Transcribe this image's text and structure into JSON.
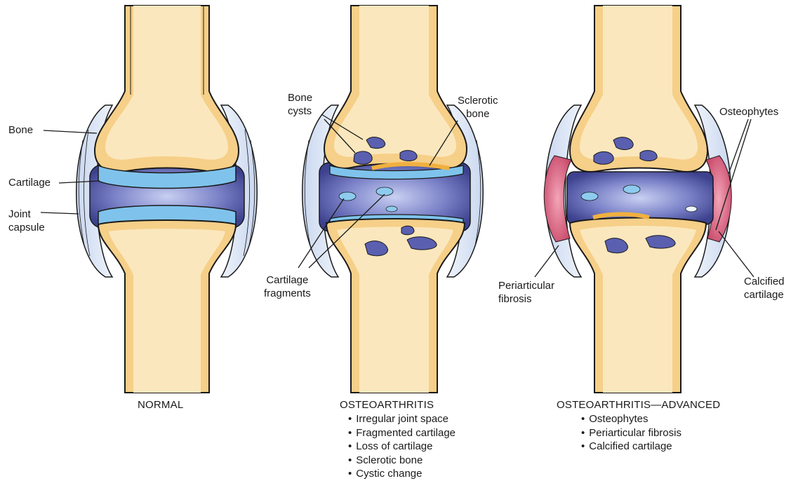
{
  "panels": [
    {
      "title": "NORMAL",
      "labels": {
        "bone": "Bone",
        "cartilage": "Cartilage",
        "joint_capsule_1": "Joint",
        "joint_capsule_2": "capsule"
      }
    },
    {
      "title": "OSTEOARTHRITIS",
      "bullets": [
        "Irregular joint space",
        "Fragmented cartilage",
        "Loss of cartilage",
        "Sclerotic bone",
        "Cystic change"
      ],
      "labels": {
        "bone_cysts_1": "Bone",
        "bone_cysts_2": "cysts",
        "sclerotic_bone_1": "Sclerotic",
        "sclerotic_bone_2": "bone",
        "cartilage_fragments_1": "Cartilage",
        "cartilage_fragments_2": "fragments"
      }
    },
    {
      "title": "OSTEOARTHRITIS—ADVANCED",
      "bullets": [
        "Osteophytes",
        "Periarticular fibrosis",
        "Calcified cartilage"
      ],
      "labels": {
        "osteophytes": "Osteophytes",
        "periarticular_fibrosis_1": "Periarticular",
        "periarticular_fibrosis_2": "fibrosis",
        "calcified_cartilage_1": "Calcified",
        "calcified_cartilage_2": "cartilage"
      }
    }
  ],
  "colors": {
    "bone_fill": "#fbe7bd",
    "bone_edge": "#f0c77a",
    "cartilage": "#7fc3ec",
    "capsule_light": "#dfe9f7",
    "synovial_dark": "#4b4f9d",
    "fibrosis": "#d95b7a",
    "outline": "#1a1a1a"
  }
}
